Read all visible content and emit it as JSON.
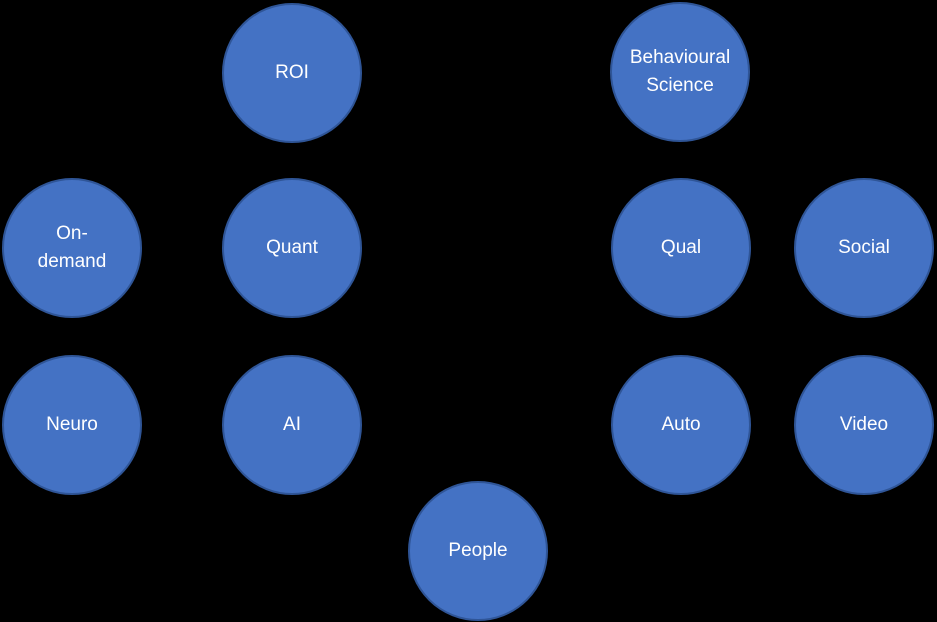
{
  "diagram": {
    "background_color": "#000000",
    "bubble_fill_color": "#4472C4",
    "bubble_border_color": "#2F5597",
    "bubble_text_color": "#FFFFFF",
    "circles": {
      "roi": {
        "label": "ROI"
      },
      "behavioural_science": {
        "label": "Behavioural\nScience"
      },
      "on_demand": {
        "label": "On-\ndemand"
      },
      "quant": {
        "label": "Quant"
      },
      "qual": {
        "label": "Qual"
      },
      "social": {
        "label": "Social"
      },
      "neuro": {
        "label": "Neuro"
      },
      "ai": {
        "label": "AI"
      },
      "auto": {
        "label": "Auto"
      },
      "video": {
        "label": "Video"
      },
      "people": {
        "label": "People"
      }
    }
  }
}
